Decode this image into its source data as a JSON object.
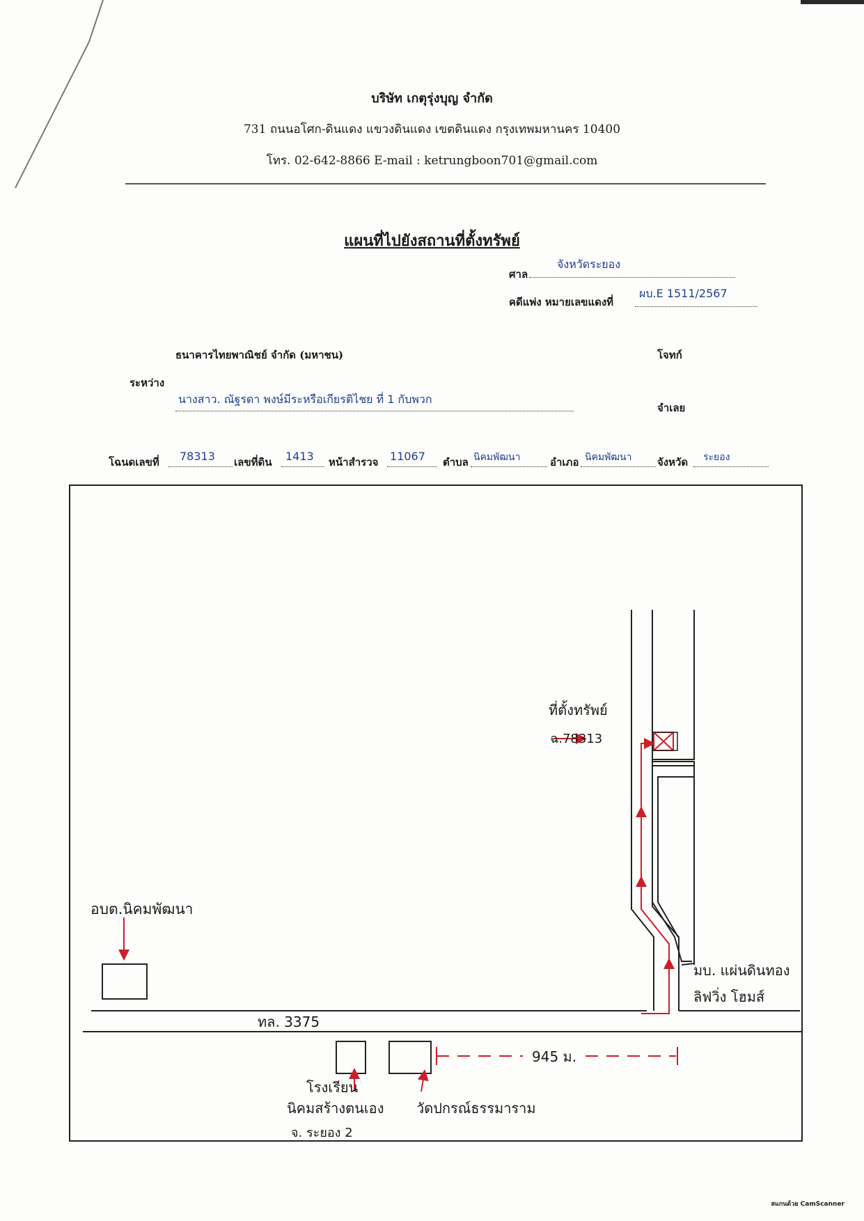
{
  "company": {
    "name": "บริษัท เกตุรุ่งบุญ จำกัด",
    "address": "731 ถนนอโศก-ดินแดง แขวงดินแดง เขตดินแดง กรุงเทพมหานคร 10400",
    "contact": "โทร. 02-642-8866 E-mail : ketrungboon701@gmail.com"
  },
  "title": "แผนที่ไปยังสถานที่ตั้งทรัพย์",
  "case": {
    "court_label": "ศาล",
    "court_value": "จังหวัดระยอง",
    "case_label": "คดีแพ่ง หมายเลขแดงที่",
    "case_value": "ผบ.E 1511/2567"
  },
  "parties": {
    "between_label": "ระหว่าง",
    "plaintiff": "ธนาคารไทยพาณิชย์ จำกัด (มหาชน)",
    "plaintiff_role": "โจทก์",
    "defendant": "นางสาว. ณัฐรดา พงษ์มีระหรือเกียรติไชย ที่ 1 กับพวก",
    "defendant_role": "จำเลย"
  },
  "property": {
    "deed_label": "โฉนดเลขที่",
    "deed_value": "78313",
    "land_label": "เลขที่ดิน",
    "land_value": "1413",
    "survey_label": "หน้าสำรวจ",
    "survey_value": "11067",
    "subdistrict_label": "ตำบล",
    "subdistrict_value": "นิคมพัฒนา",
    "district_label": "อำเภอ",
    "district_value": "นิคมพัฒนา",
    "province_label": "จังหวัด",
    "province_value": "ระยอง"
  },
  "map": {
    "property_label": "ที่ตั้งทรัพย์",
    "deed_ref": "ฉ.78313",
    "sao_label": "อบต.นิคมพัฒนา",
    "village_line1": "มบ. แผ่นดินทอง",
    "village_line2": "ลิฟวิ่ง โฮมส์",
    "road_label": "ทล. 3375",
    "distance_label": "945 ม.",
    "school_line1": "โรงเรียน",
    "school_line2": "นิคมสร้างตนเอง",
    "school_line3": "จ. ระยอง 2",
    "temple_label": "วัดปกรณ์ธรรมาราม",
    "route_color": "#cc1f2a"
  },
  "footer": "สแกนด้วย CamScanner"
}
